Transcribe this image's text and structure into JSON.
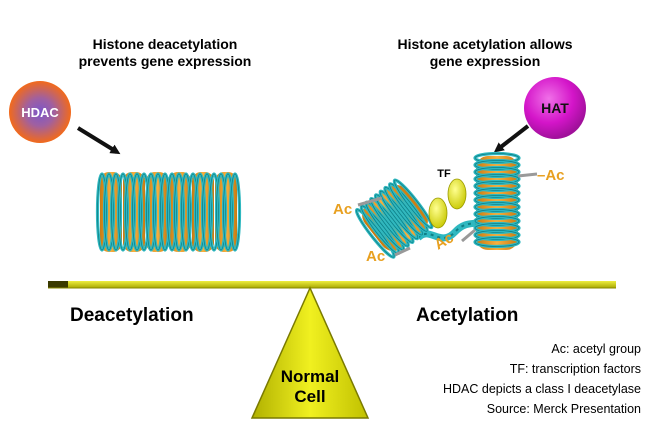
{
  "headings": {
    "left_line1": "Histone deacetylation",
    "left_line2": "prevents gene expression",
    "right_line1": "Histone acetylation allows",
    "right_line2": "gene expression"
  },
  "enzymes": {
    "hdac": "HDAC",
    "hat": "HAT"
  },
  "marks": {
    "ac": "Ac",
    "ac_right": "–Ac",
    "tf": "TF"
  },
  "sides": {
    "left": "Deacetylation",
    "right": "Acetylation"
  },
  "fulcrum": {
    "line1": "Normal",
    "line2": "Cell"
  },
  "notes": [
    "Ac: acetyl group",
    "TF: transcription factors",
    "HDAC depicts a class I deacetylase",
    "Source: Merck Presentation"
  ],
  "colors": {
    "hdac_outer": "#f26a1b",
    "hdac_inner": "#7b57c9",
    "hat": "#d415c9",
    "histone_core": "#f0a030",
    "dna_coil": "#2fb8c0",
    "balance_beam": "#d4d400",
    "fulcrum": "#e6e600",
    "ac_label": "#e8a020",
    "tf": "#e0e000"
  }
}
